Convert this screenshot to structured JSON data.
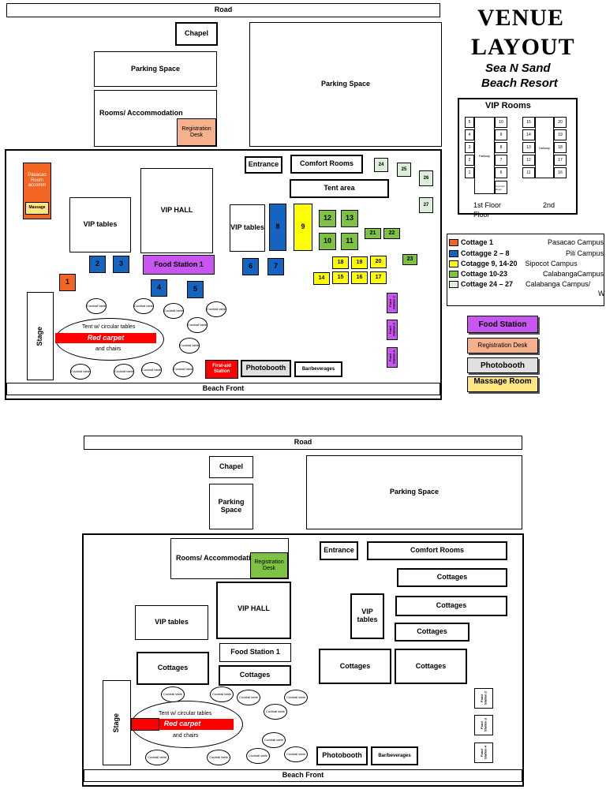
{
  "title": {
    "line1": "VENUE",
    "line2": "LAYOUT",
    "sub1": "Sea N Sand",
    "sub2": "Beach Resort"
  },
  "top_map": {
    "road": "Road",
    "chapel": "Chapel",
    "parking1": "Parking Space",
    "parking2": "Parking Space",
    "rooms": "Rooms/ Accommodation",
    "registration": "Registration Desk",
    "pasacao_room": "Pasacao Room accomm",
    "massage": "Massage",
    "entrance": "Entrance",
    "comfort_rooms": "Comfort Rooms",
    "tent_area": "Tent area",
    "vip_tables": "VIP tables",
    "vip_hall": "VIP HALL",
    "vip_tables2": "VIP tables",
    "food_station_1": "Food Station 1",
    "food_station_2": "Food Station 2",
    "food_station_3": "Food Station 3",
    "food_station_4": "Food Station 4",
    "stage": "Stage",
    "tent_line1": "Tent w/ circular tables",
    "red_carpet": "Red carpet",
    "tent_line2": "and chairs",
    "cocktail": "Cocktail table",
    "first_aid": "First-aid Station",
    "photobooth": "Photobooth",
    "bar": "Bar/beverages",
    "beach_front": "Beach Front",
    "cottages": {
      "c1": "1",
      "c2": "2",
      "c3": "3",
      "c4": "4",
      "c5": "5",
      "c6": "6",
      "c7": "7",
      "c8": "8",
      "c9": "9",
      "c10": "10",
      "c11": "11",
      "c12": "12",
      "c13": "13",
      "c14": "14",
      "c15": "15",
      "c16": "16",
      "c17": "17",
      "c18": "18",
      "c19": "19",
      "c20": "20",
      "c21": "21",
      "c22": "22",
      "c23": "23",
      "c24": "24",
      "c25": "25",
      "c26": "26",
      "c27": "27"
    }
  },
  "vip_rooms": {
    "title": "VIP Rooms",
    "floor1_left": [
      "5",
      "4",
      "3",
      "2",
      "1"
    ],
    "floor1_right": [
      "10",
      "9",
      "8",
      "7",
      "6"
    ],
    "floor2_left": [
      "15",
      "14",
      "13",
      "12",
      "11"
    ],
    "floor2_right": [
      "20",
      "19",
      "18",
      "17",
      "16"
    ],
    "hallway": "Hallway",
    "floor1_label": "1st Floor",
    "floor1_wrap": "Floor",
    "floor2_label": "2nd",
    "cr": "Com fort Room"
  },
  "legend": [
    {
      "label": "Cottage 1",
      "campus": "Pasacao Campus",
      "color": "#f26522"
    },
    {
      "label": "Cottagge 2 – 8",
      "campus": "Pili Campus",
      "color": "#1565c0"
    },
    {
      "label": "Cotagge 9, 14-20",
      "campus": "Sipocot Campus",
      "color": "#ffff00"
    },
    {
      "label": "Cottage 10-23",
      "campus": "CalabangaCampus",
      "color": "#7dc243"
    },
    {
      "label": "Cottage 24 – 27",
      "campus": "Calabanga Campus/",
      "color": "#dcefd9"
    }
  ],
  "legend_extra": "W",
  "key": {
    "food": "Food Station",
    "reg": "Registration Desk",
    "photo": "Photobooth",
    "massage": "Massage Room"
  },
  "bottom_map": {
    "road": "Road",
    "chapel": "Chapel",
    "parking_small": "Parking Space",
    "parking_big": "Parking Space",
    "rooms": "Rooms/ Accommodation",
    "registration": "Registration Desk",
    "entrance": "Entrance",
    "comfort_rooms": "Comfort Rooms",
    "cottages": "Cottages",
    "vip_tables": "VIP tables",
    "vip_hall": "VIP HALL",
    "vip_tables2": "VIP tables",
    "food_station_1": "Food Station 1",
    "stage": "Stage",
    "tent_line1": "Tent w/ circular tables",
    "red_carpet": "Red carpet",
    "tent_line2": "and chairs",
    "cocktail": "Cocktail table",
    "photobooth": "Photobooth",
    "bar": "Bar/beverages",
    "food_station_2": "Food Station 2",
    "food_station_3": "Food Station 3",
    "food_station_4": "Food Station 4",
    "beach_front": "Beach Front"
  }
}
